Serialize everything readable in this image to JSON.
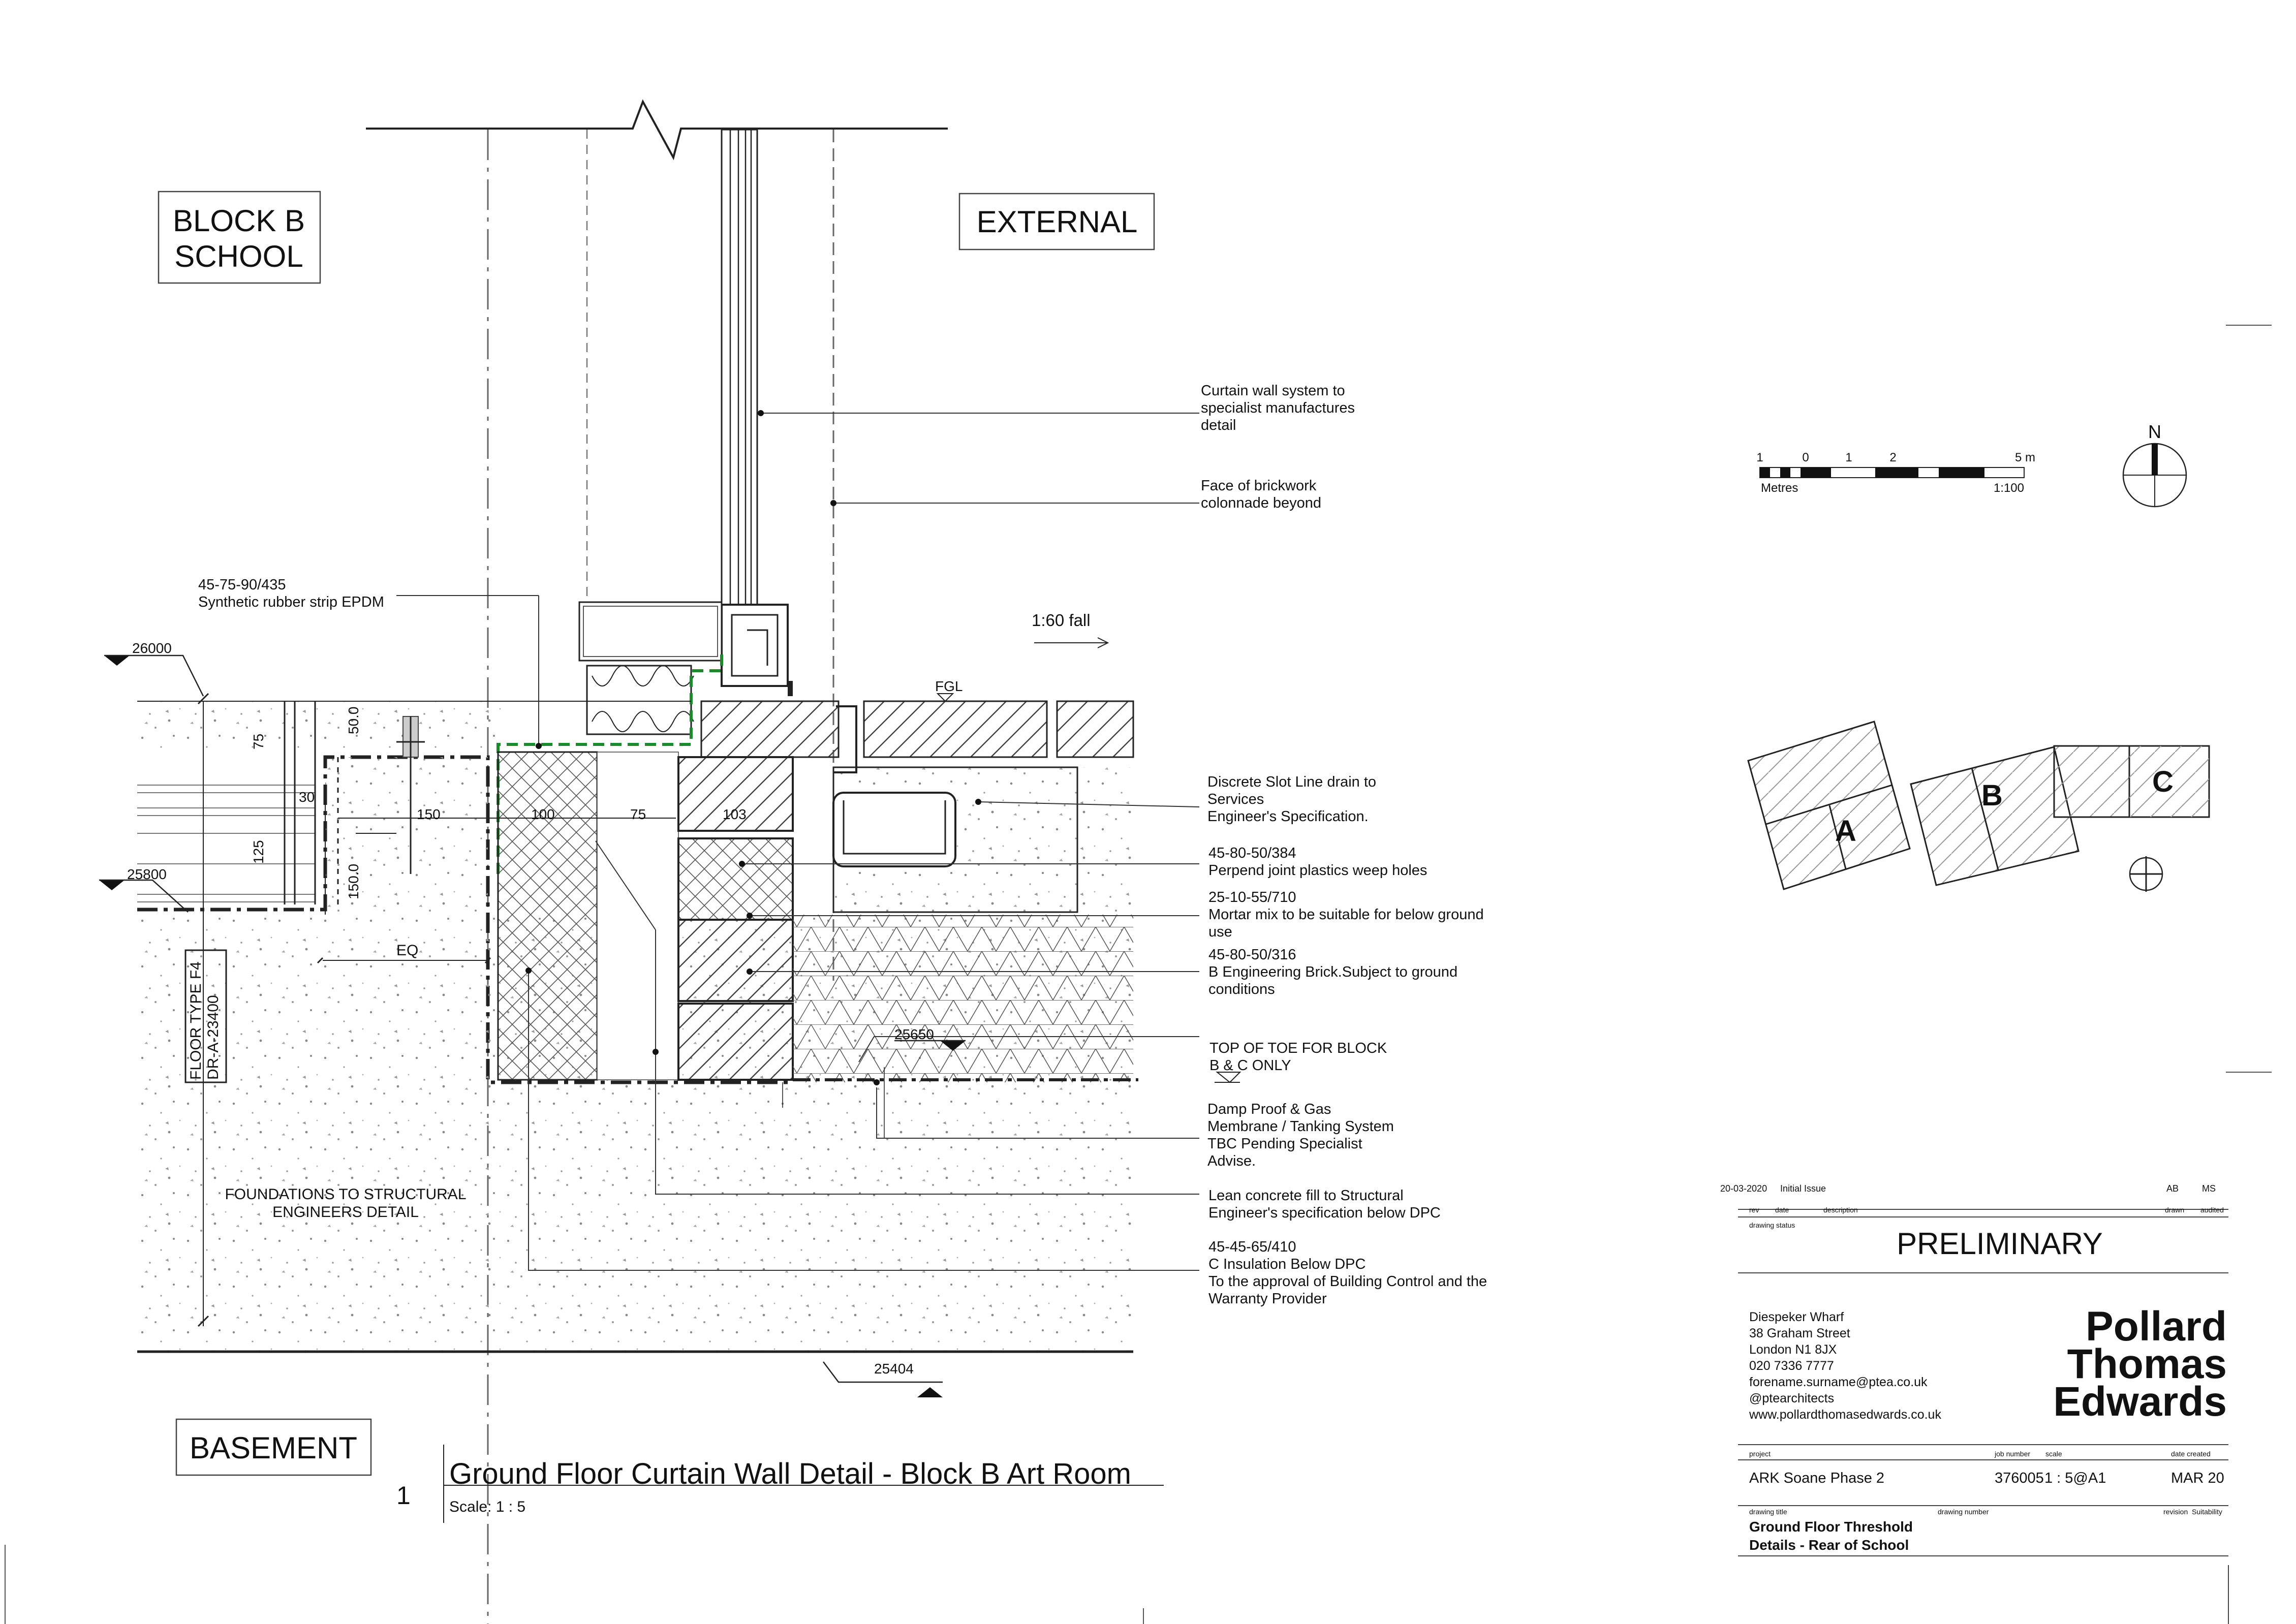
{
  "labels": {
    "block_b": [
      "BLOCK B",
      "SCHOOL"
    ],
    "external": "EXTERNAL",
    "basement": "BASEMENT",
    "fall": "1:60 fall",
    "fgl": "FGL",
    "floor_type": [
      "FLOOR TYPE F4",
      "DR-A-23400"
    ],
    "foundations": [
      "FOUNDATIONS TO STRUCTURAL",
      "ENGINEERS DETAIL"
    ],
    "eq": "EQ"
  },
  "levels": {
    "l26000": "26000",
    "l25800": "25800",
    "l25650": "25650",
    "l25404": "25404"
  },
  "dimensions": {
    "d75": "75",
    "d50": "50.0",
    "d30": "30",
    "d125": "125",
    "d150h": "150",
    "d150v": "150.0",
    "d100": "100",
    "d75b": "75",
    "d103": "103"
  },
  "annotations": [
    {
      "lines": [
        "Curtain wall system to",
        "specialist manufactures",
        "detail"
      ]
    },
    {
      "lines": [
        "Face of brickwork",
        "colonnade beyond"
      ]
    },
    {
      "lines": [
        "45-75-90/435",
        "Synthetic rubber strip EPDM"
      ]
    },
    {
      "lines": [
        "Discrete Slot Line drain to",
        "Services",
        "Engineer's Specification."
      ]
    },
    {
      "lines": [
        "45-80-50/384",
        "Perpend joint plastics weep holes"
      ]
    },
    {
      "lines": [
        "25-10-55/710",
        "Mortar mix to be suitable for below ground",
        "use"
      ]
    },
    {
      "lines": [
        "45-80-50/316",
        "B  Engineering Brick.Subject to ground",
        "conditions"
      ]
    },
    {
      "lines": [
        "TOP OF TOE FOR BLOCK",
        "B & C ONLY"
      ]
    },
    {
      "lines": [
        "Damp Proof & Gas",
        "Membrane / Tanking System",
        "TBC Pending Specialist",
        "Advise."
      ]
    },
    {
      "lines": [
        "Lean concrete fill to Structural",
        "Engineer's specification below DPC"
      ]
    },
    {
      "lines": [
        "45-45-65/410",
        "C Insulation Below DPC",
        "To the approval of Building Control and the",
        "Warranty Provider"
      ]
    }
  ],
  "title": {
    "number": "1",
    "text": "Ground Floor Curtain Wall Detail - Block B Art Room",
    "scale": "Scale:  1 : 5"
  },
  "scale_bar": {
    "ticks": [
      "1",
      "0",
      "1",
      "2",
      "5 m"
    ],
    "unit": "Metres",
    "ratio": "1:100"
  },
  "north": "N",
  "key_plan": [
    "A",
    "B",
    "C"
  ],
  "title_block": {
    "revision": {
      "date": "20-03-2020",
      "desc": "Initial Issue",
      "drawn": "AB",
      "audited": "MS"
    },
    "rev_headers": {
      "rev": "rev",
      "date": "date",
      "description": "description",
      "drawn": "drawn",
      "audited": "audited"
    },
    "status_label": "drawing status",
    "status": "PRELIMINARY",
    "address": [
      "Diespeker Wharf",
      "38 Graham Street",
      "London N1 8JX",
      "020 7336 7777",
      "forename.surname@ptea.co.uk",
      "@ptearchitects",
      "www.pollardthomasedwards.co.uk"
    ],
    "logo": [
      "Pollard",
      "Thomas",
      "Edwards"
    ],
    "project_label": "project",
    "jobno_label": "job number",
    "scale_label": "scale",
    "date_label": "date created",
    "project": "ARK Soane Phase 2",
    "job_number": "376005",
    "scale": "1 : 5@A1",
    "date": "MAR 20",
    "drawing_title_label": "drawing title",
    "drawing_number_label": "drawing number",
    "revision_label": "revision",
    "suitability_label": "Suitability",
    "drawing_title": [
      "Ground Floor Threshold",
      "Details - Rear of School"
    ]
  }
}
